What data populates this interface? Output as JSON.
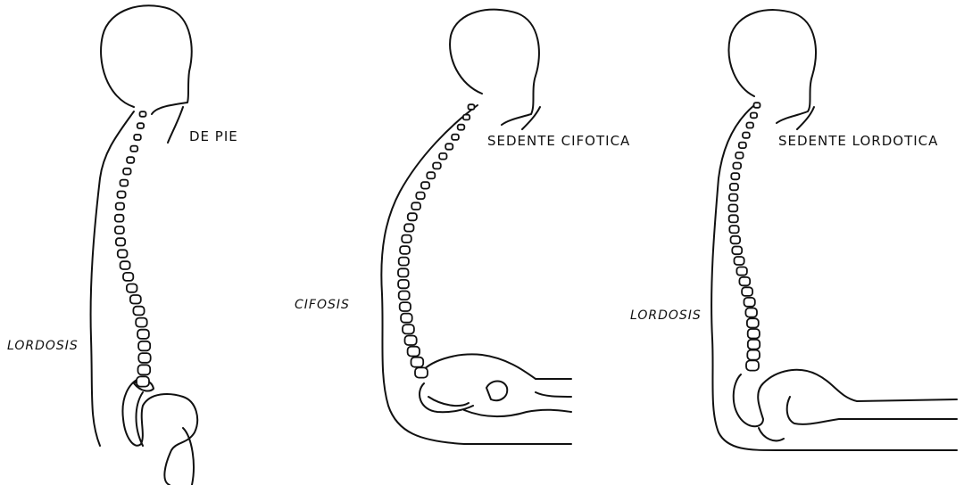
{
  "figures": [
    {
      "posture_label": "DE PIE",
      "curve_label": "LORDOSIS"
    },
    {
      "posture_label": "SEDENTE CIFOTICA",
      "curve_label": "CIFOSIS"
    },
    {
      "posture_label": "SEDENTE LORDOTICA",
      "curve_label": "LORDOSIS"
    }
  ]
}
